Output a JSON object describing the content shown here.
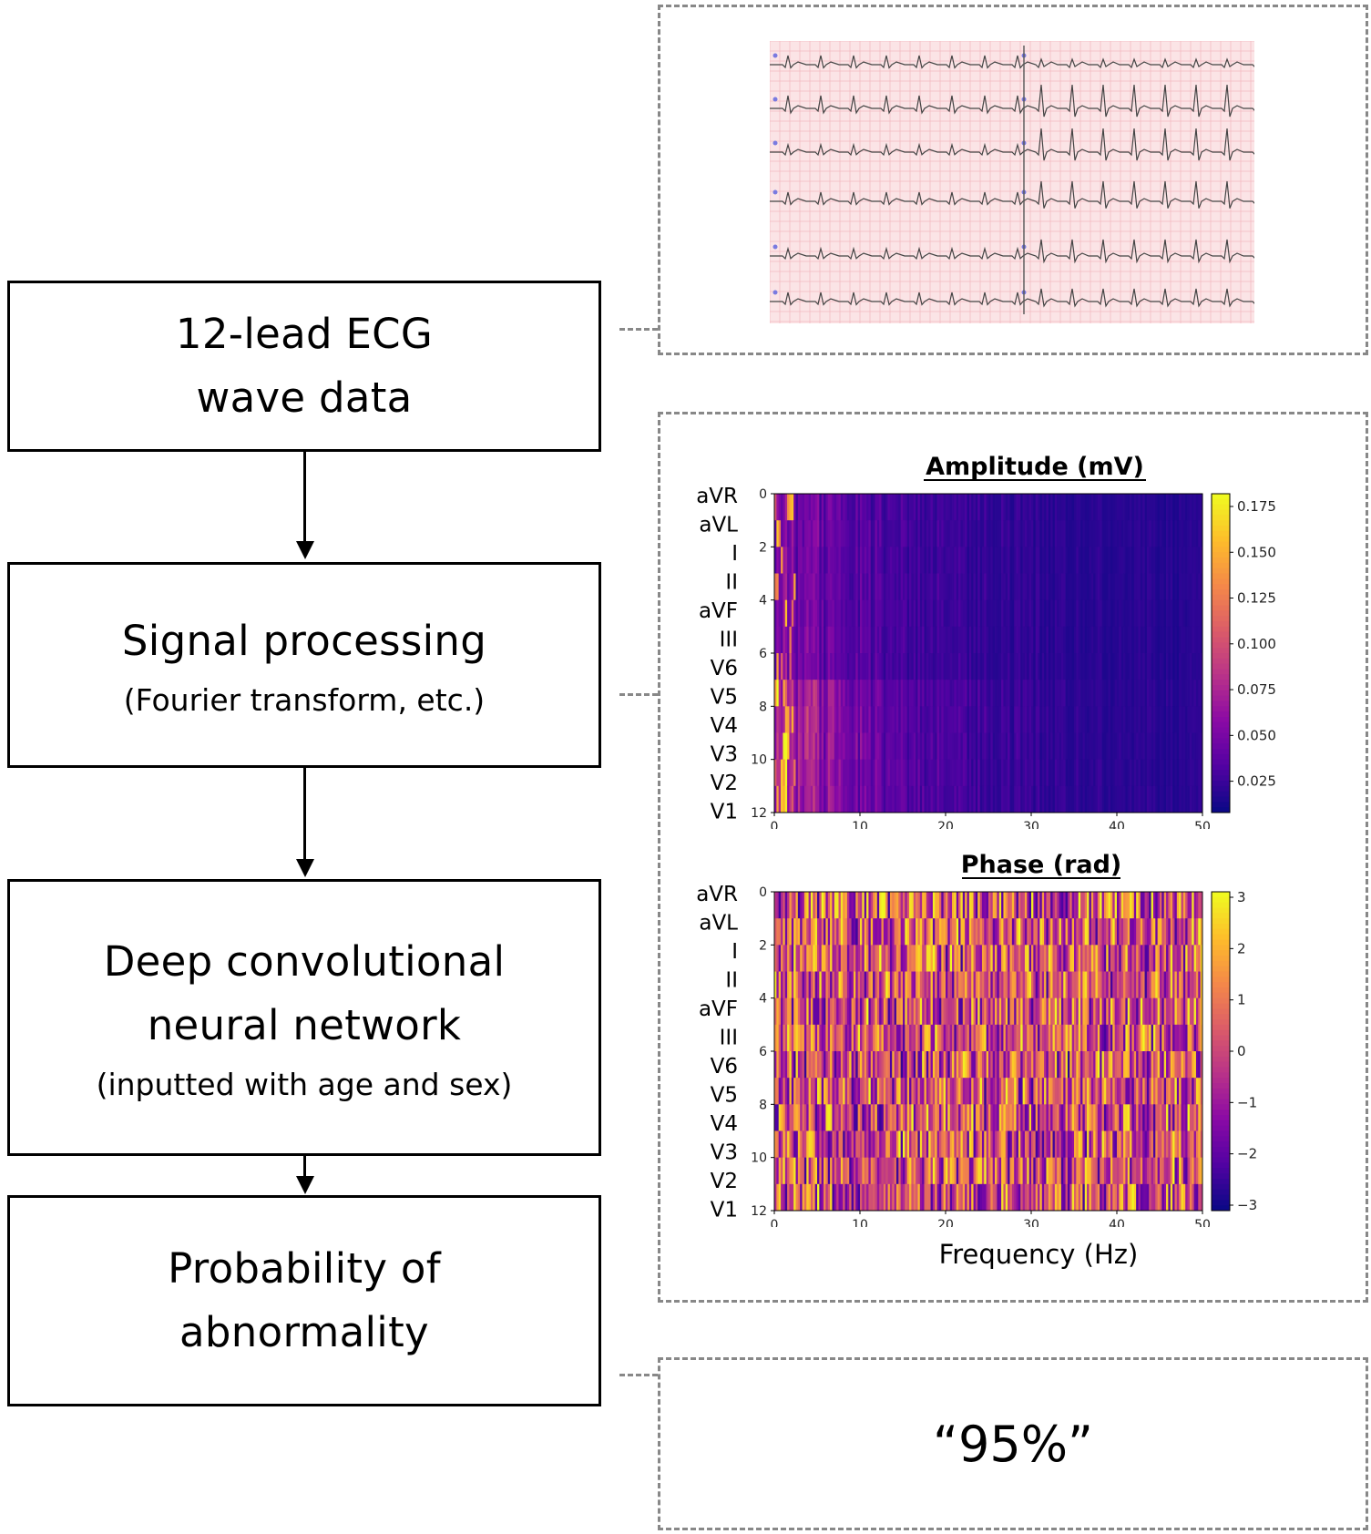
{
  "flow": {
    "ecg": {
      "line1": "12-lead ECG",
      "line2": "wave data"
    },
    "signal": {
      "title": "Signal processing",
      "subtitle": "(Fourier transform, etc.)"
    },
    "cnn": {
      "line1": "Deep convolutional",
      "line2": "neural network",
      "subtitle": "(inputted with age and sex)"
    },
    "prob": {
      "line1": "Probability of",
      "line2": "abnormality"
    }
  },
  "result": {
    "value": "“95%”"
  },
  "spectrogram": {
    "leads": [
      "aVR",
      "aVL",
      "I",
      "II",
      "aVF",
      "III",
      "V6",
      "V5",
      "V4",
      "V3",
      "V2",
      "V1"
    ],
    "y_ticks": [
      "0",
      "2",
      "4",
      "6",
      "8",
      "10",
      "12"
    ],
    "x_ticks": [
      "0",
      "10",
      "20",
      "30",
      "40",
      "50"
    ],
    "xlabel": "Frequency (Hz)",
    "amplitude": {
      "title": "Amplitude (mV)",
      "colorbar_ticks": [
        "0.175",
        "0.150",
        "0.125",
        "0.100",
        "0.075",
        "0.050",
        "0.025"
      ],
      "colormap": "plasma"
    },
    "phase": {
      "title": "Phase (rad)",
      "colorbar_ticks": [
        "3",
        "2",
        "1",
        "0",
        "−1",
        "−2",
        "−3"
      ],
      "colormap": "plasma"
    }
  },
  "colors": {
    "ecg_grid_bg": "#fbe4e6",
    "ecg_grid_line": "#f2b8bf",
    "ecg_trace": "#444444",
    "dash": "#888888"
  }
}
